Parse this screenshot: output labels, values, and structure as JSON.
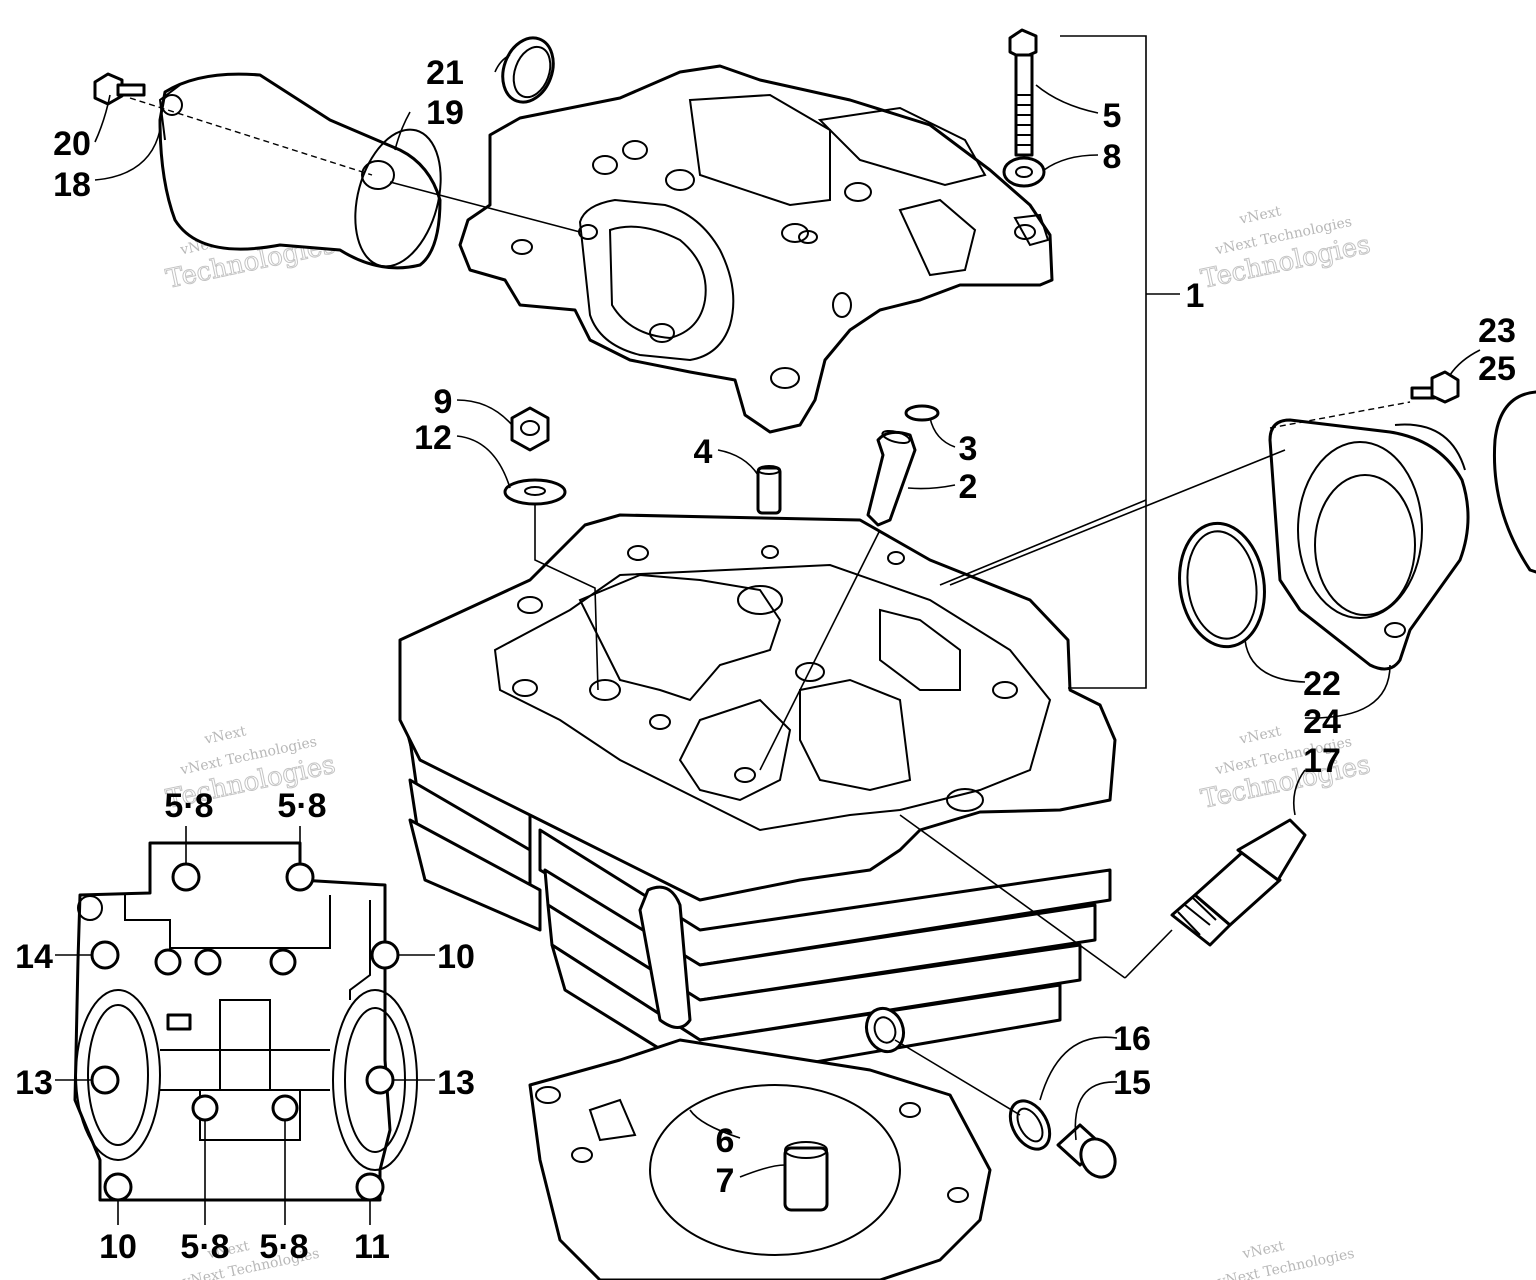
{
  "watermark": {
    "brand": "vNext",
    "line": "vNext Technologies",
    "word": "Technologies"
  },
  "callouts": {
    "c1": "1",
    "c2": "2",
    "c3": "3",
    "c4": "4",
    "c5": "5",
    "c6": "6",
    "c7": "7",
    "c8": "8",
    "c9": "9",
    "c10_right": "10",
    "c10_bottom": "10",
    "c11": "11",
    "c12": "12",
    "c13_left": "13",
    "c13_right": "13",
    "c14": "14",
    "c15": "15",
    "c16": "16",
    "c17": "17",
    "c18": "18",
    "c19": "19",
    "c20": "20",
    "c21": "21",
    "c22": "22",
    "c23": "23",
    "c24": "24",
    "c25": "25",
    "c58_top_left": "5·8",
    "c58_top_right": "5·8",
    "c58_bottom_left": "5·8",
    "c58_bottom_right": "5·8"
  }
}
